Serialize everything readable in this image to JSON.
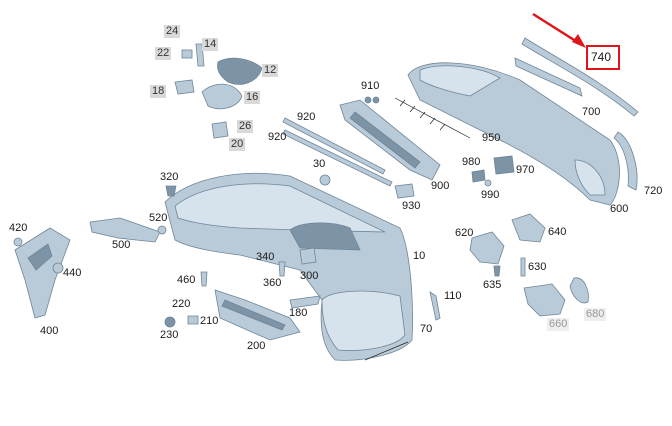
{
  "labels": {
    "p10": "10",
    "p12": "12",
    "p14": "14",
    "p16": "16",
    "p18": "18",
    "p20": "20",
    "p22": "22",
    "p24": "24",
    "p26": "26",
    "p30": "30",
    "p70": "70",
    "p110": "110",
    "p180": "180",
    "p200": "200",
    "p210": "210",
    "p220": "220",
    "p230": "230",
    "p300": "300",
    "p320": "320",
    "p340": "340",
    "p360": "360",
    "p400": "400",
    "p420": "420",
    "p440": "440",
    "p460": "460",
    "p500": "500",
    "p520": "520",
    "p600": "600",
    "p620": "620",
    "p630": "630",
    "p635": "635",
    "p640": "640",
    "p660": "660",
    "p680": "680",
    "p700": "700",
    "p720": "720",
    "p740": "740",
    "p900": "900",
    "p910": "910",
    "p920a": "920",
    "p920b": "920",
    "p930": "930",
    "p950": "950",
    "p970": "970",
    "p980": "980",
    "p990": "990"
  },
  "highlight": {
    "color": "#e0151b",
    "target": "740"
  },
  "colors": {
    "part_fill": "#b9cbd9",
    "part_stroke": "#6f8597",
    "text": "#1a1a1a"
  }
}
